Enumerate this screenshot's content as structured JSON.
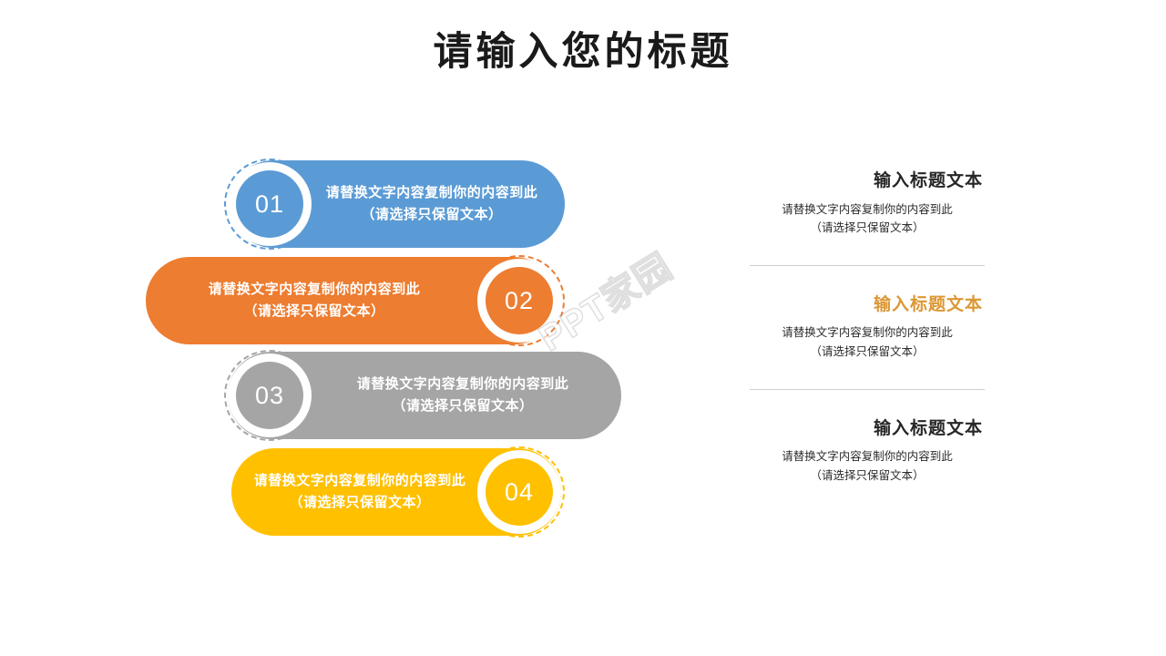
{
  "slide": {
    "title": "请输入您的标题",
    "background_color": "#ffffff",
    "watermark": "PPT家园"
  },
  "steps": [
    {
      "number": "01",
      "color": "#5B9BD5",
      "circle_side": "left",
      "text": "请替换文字内容复制你的内容到此\n（请选择只保留文本）"
    },
    {
      "number": "02",
      "color": "#ED7D31",
      "circle_side": "right",
      "text": "请替换文字内容复制你的内容到此\n（请选择只保留文本）"
    },
    {
      "number": "03",
      "color": "#A5A5A5",
      "circle_side": "left",
      "text": "请替换文字内容复制你的内容到此\n（请选择只保留文本）"
    },
    {
      "number": "04",
      "color": "#FFC000",
      "circle_side": "right",
      "text": "请替换文字内容复制你的内容到此\n（请选择只保留文本）"
    }
  ],
  "info_blocks": [
    {
      "heading": "输入标题文本",
      "heading_color": "#262626",
      "body": "请替换文字内容复制你的内容到此\n（请选择只保留文本）"
    },
    {
      "heading": "输入标题文本",
      "heading_color": "#DB9733",
      "body": "请替换文字内容复制你的内容到此\n（请选择只保留文本）"
    },
    {
      "heading": "输入标题文本",
      "heading_color": "#262626",
      "body": "请替换文字内容复制你的内容到此\n（请选择只保留文本）"
    }
  ],
  "colors": {
    "blue": "#5B9BD5",
    "orange": "#ED7D31",
    "gray": "#A5A5A5",
    "yellow": "#FFC000",
    "divider": "#cfcfcf",
    "title": "#1a1a1a"
  }
}
